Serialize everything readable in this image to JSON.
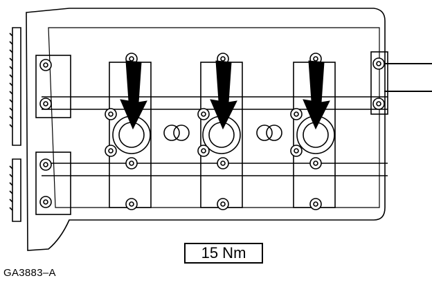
{
  "torque_spec": "15 Nm",
  "figure_id": "GA3883–A",
  "indicated_fasteners": 3,
  "colors": {
    "line": "#000000",
    "background": "#ffffff"
  }
}
